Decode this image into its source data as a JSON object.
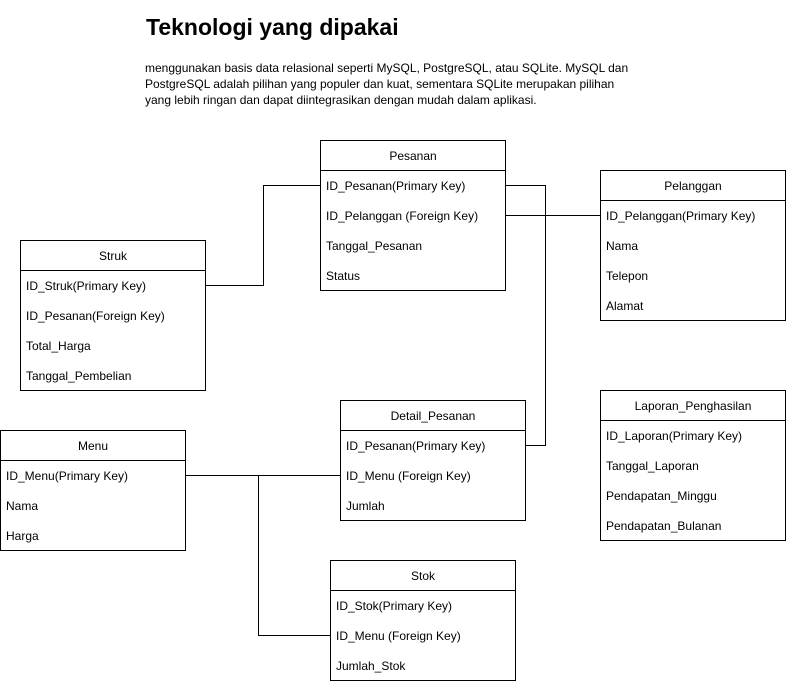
{
  "title": "Teknologi yang dipakai",
  "description": [
    "menggunakan basis data relasional seperti MySQL, PostgreSQL, atau SQLite. MySQL dan",
    "PostgreSQL adalah pilihan yang populer dan kuat, sementara SQLite merupakan pilihan",
    "yang lebih ringan dan dapat diintegrasikan dengan mudah dalam aplikasi."
  ],
  "entities": {
    "pesanan": {
      "name": "Pesanan",
      "fields": [
        "ID_Pesanan(Primary Key)",
        "ID_Pelanggan (Foreign Key)",
        "Tanggal_Pesanan",
        "Status"
      ]
    },
    "pelanggan": {
      "name": "Pelanggan",
      "fields": [
        "ID_Pelanggan(Primary Key)",
        "Nama",
        "Telepon",
        "Alamat"
      ]
    },
    "struk": {
      "name": "Struk",
      "fields": [
        "ID_Struk(Primary Key)",
        "ID_Pesanan(Foreign Key)",
        "Total_Harga",
        "Tanggal_Pembelian"
      ]
    },
    "detail_pesanan": {
      "name": "Detail_Pesanan",
      "fields": [
        "ID_Pesanan(Primary Key)",
        "ID_Menu (Foreign Key)",
        "Jumlah"
      ]
    },
    "laporan": {
      "name": "Laporan_Penghasilan",
      "fields": [
        "ID_Laporan(Primary Key)",
        "Tanggal_Laporan",
        "Pendapatan_Minggu",
        "Pendapatan_Bulanan"
      ]
    },
    "menu": {
      "name": "Menu",
      "fields": [
        "ID_Menu(Primary Key)",
        "Nama",
        "Harga"
      ]
    },
    "stok": {
      "name": "Stok",
      "fields": [
        "ID_Stok(Primary Key)",
        "ID_Menu (Foreign Key)",
        "Jumlah_Stok"
      ]
    }
  }
}
